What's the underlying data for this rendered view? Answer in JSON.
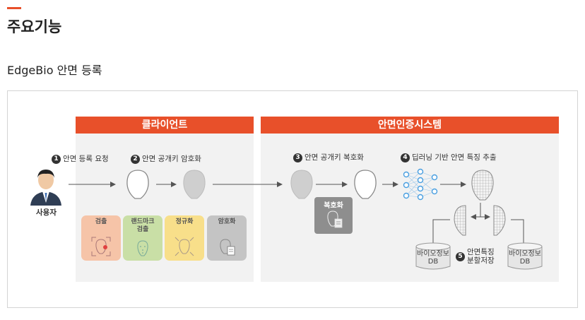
{
  "section": {
    "title": "주요기능"
  },
  "subtitle": "EdgeBio 안면 등록",
  "colors": {
    "accent": "#e8502a",
    "panel": "#f2f2f2",
    "arrow": "#555555"
  },
  "diagram": {
    "client_header": "클라이언트",
    "system_header": "안면인증시스템",
    "user_label": "사용자",
    "steps": [
      {
        "num": "1",
        "label": "안면 등록 요청"
      },
      {
        "num": "2",
        "label": "안면 공개키 암호화"
      },
      {
        "num": "3",
        "label": "안면 공개키 복호화"
      },
      {
        "num": "4",
        "label": "딥러닝 기반 안면 특징 추출"
      },
      {
        "num": "5",
        "label_line1": "안면특징",
        "label_line2": "분할저장"
      }
    ],
    "process_cards": [
      {
        "line1": "검출",
        "line2": "",
        "color": "#f6c4a8"
      },
      {
        "line1": "랜드마크",
        "line2": "검출",
        "color": "#c9dfa6"
      },
      {
        "line1": "정규화",
        "line2": "",
        "color": "#f8df8a"
      },
      {
        "line1": "암호화",
        "line2": "",
        "color": "#c4c4c4"
      }
    ],
    "decrypt_box_label": "복호화",
    "db_left": {
      "line1": "바이오정보",
      "line2": "DB"
    },
    "db_right": {
      "line1": "바이오정보",
      "line2": "DB"
    }
  }
}
